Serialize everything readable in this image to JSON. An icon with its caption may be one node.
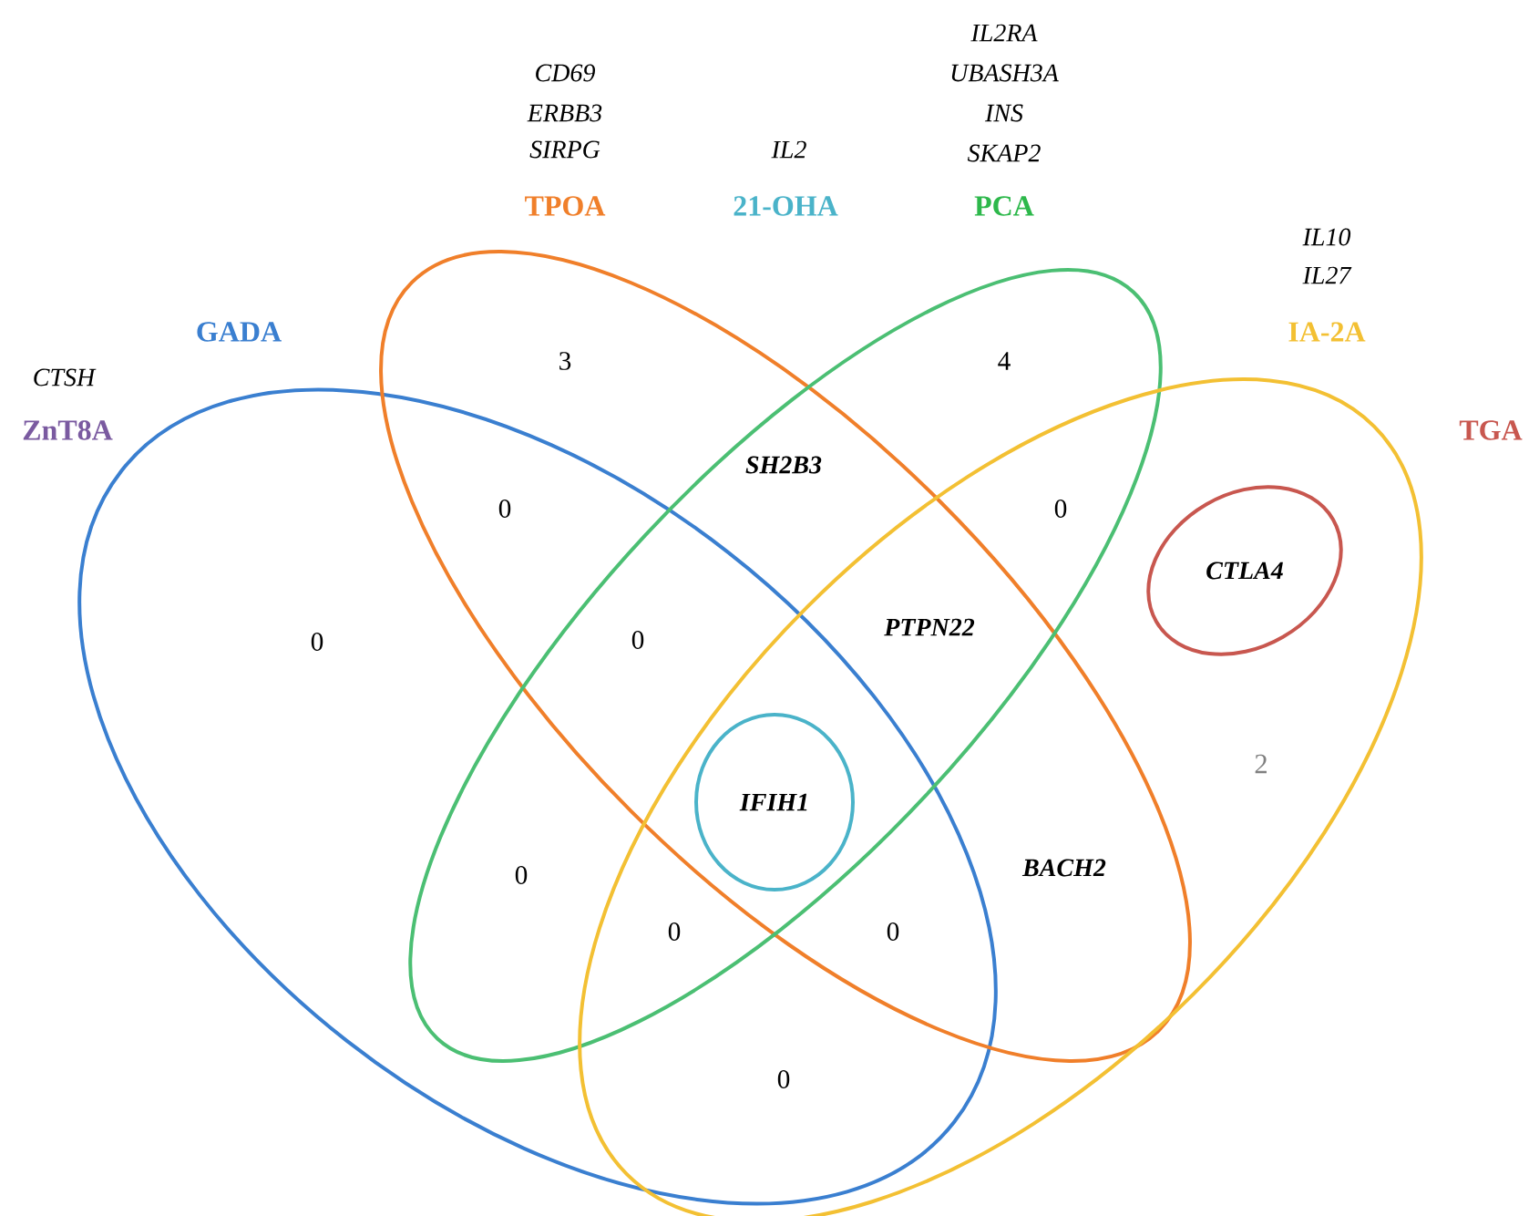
{
  "diagram": {
    "nodes": [
      {
        "text": [],
        "shape": "ellipse"
      },
      {
        "text": [],
        "shape": "ellipse"
      },
      {
        "text": [],
        "shape": "ellipse"
      },
      {
        "text": [],
        "shape": "ellipse"
      },
      {
        "text": [
          "IFIH1"
        ]
      },
      {
        "text": [
          "CTLA4"
        ],
        "in": 3
      }
    ],
    "labels": [
      "IL2RA",
      "CD69",
      "UBASH3A",
      "ERBB3",
      "INS",
      "SIRPG",
      "IL2",
      "SKAP2",
      "TPOA",
      "21-OHA",
      "PCA",
      "IL10",
      "IL27",
      "GADA",
      "IA-2A",
      "3",
      "4",
      "CTSH",
      "ZnT8A",
      "SH2B3",
      "TGA",
      "0",
      "0",
      "PTPN22",
      "0",
      "0",
      "2",
      "BACH2",
      "0",
      "0",
      "0",
      "0"
    ]
  }
}
